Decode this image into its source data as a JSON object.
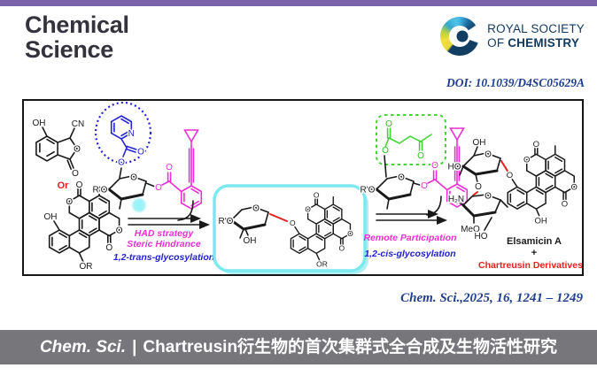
{
  "header": {
    "journal_line1": "Chemical",
    "journal_line2": "Science",
    "rsc": {
      "line1": "ROYAL SOCIETY",
      "of": "OF",
      "chemistry": "CHEMISTRY"
    },
    "doi": "DOI: 10.1039/D4SC05629A"
  },
  "scheme": {
    "or_label": "Or",
    "step1": {
      "l1": "HAD strategy",
      "l2": "Steric Hindrance",
      "l3": "1,2-trans-glycosylation"
    },
    "step2": {
      "l1": "Remote Participation",
      "l2": "1,2-cis-glycosylation"
    },
    "product": {
      "name": "Elsamicin A",
      "plus": "+",
      "derivatives": "Chartreusin Derivatives"
    },
    "atoms": {
      "O": "O",
      "OH": "OH",
      "HO": "HO",
      "OR": "OR",
      "RO": "R'O",
      "CN": "CN",
      "N": "N",
      "H2N": "H₂N",
      "MeO": "MeO"
    }
  },
  "citation": "Chem. Sci.,2025, 16, 1241 – 1249",
  "banner": {
    "journal": "Chem. Sci.",
    "sep": "|",
    "title": "Chartreusin衍生物的首次集群式全合成及生物活性研究"
  },
  "colors": {
    "accent_magenta": "#ea2fd4",
    "accent_blue": "#2323cf",
    "accent_green": "#44d435",
    "accent_red": "#e3201b",
    "accent_cyan": "#7ce9f0",
    "rsc_navy": "#113a5e",
    "doi_blue": "#1e3f8f",
    "banner_gray": "#77767b",
    "topbar_purple": "#7b63ac"
  }
}
